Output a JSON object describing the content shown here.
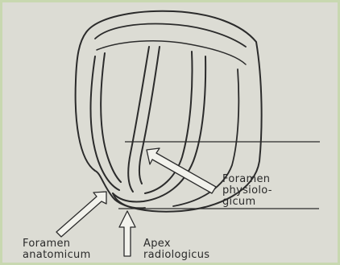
{
  "labels": {
    "foramen_physiologicum": "Foramen\nphysiolo-\ngicum",
    "foramen_anatomicum": "Foramen\nanatomicum",
    "apex_radiologicus": "Apex\nradiologicus"
  }
}
